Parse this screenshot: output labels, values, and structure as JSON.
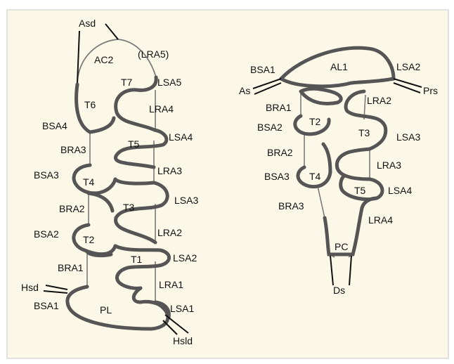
{
  "colors": {
    "background": "#fbf8e8",
    "frame": "#d9d9d9",
    "outline": "#555555",
    "thin": "#7a7a7a",
    "label": "#111111",
    "leader": "#111111"
  },
  "left_figure": {
    "labels": {
      "asd": "Asd",
      "ac2": "AC2",
      "lra5": "(LRA5)",
      "t7": "T7",
      "lsa5": "LSA5",
      "t6": "T6",
      "lra4": "LRA4",
      "bsa4": "BSA4",
      "lsa4": "LSA4",
      "bra3": "BRA3",
      "t5": "T5",
      "lra3": "LRA3",
      "bsa3": "BSA3",
      "t4": "T4",
      "lsa3": "LSA3",
      "bra2": "BRA2",
      "t3": "T3",
      "lra2": "LRA2",
      "bsa2": "BSA2",
      "t2": "T2",
      "lsa2": "LSA2",
      "t1": "T1",
      "bra1": "BRA1",
      "lra1": "LRA1",
      "hsd": "Hsd",
      "bsa1": "BSA1",
      "pl": "PL",
      "lsa1": "LSA1",
      "hsld": "Hsld"
    }
  },
  "right_figure": {
    "labels": {
      "bsa1": "BSA1",
      "al1": "AL1",
      "lsa2": "LSA2",
      "as": "As",
      "prs": "Prs",
      "bra1": "BRA1",
      "lra2": "LRA2",
      "bsa2": "BSA2",
      "t2": "T2",
      "t3": "T3",
      "lsa3": "LSA3",
      "bra2": "BRA2",
      "lra3": "LRA3",
      "bsa3": "BSA3",
      "t4": "T4",
      "t5": "T5",
      "lsa4": "LSA4",
      "bra3": "BRA3",
      "lra4": "LRA4",
      "pc": "PC",
      "ds": "Ds"
    }
  }
}
